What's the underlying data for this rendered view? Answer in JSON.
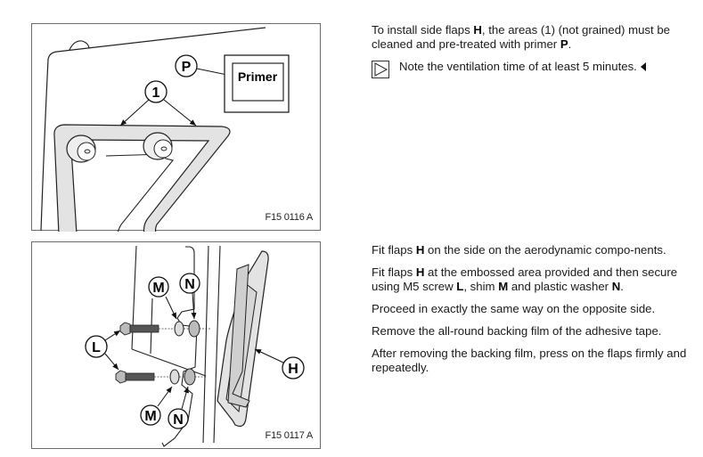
{
  "figures": [
    {
      "code": "F15 0116 A",
      "callouts": {
        "p": "P",
        "one": "1"
      },
      "primer_label": "Primer"
    },
    {
      "code": "F15 0117 A",
      "callouts": {
        "m_top": "M",
        "n_top": "N",
        "l": "L",
        "h": "H",
        "m_bottom": "M",
        "n_bottom": "N"
      }
    }
  ],
  "section1": {
    "para1": [
      {
        "t": "To install side flaps "
      },
      {
        "t": "H",
        "b": true
      },
      {
        "t": ", the areas (1) (not grained) must be cleaned and pre-treated with primer "
      },
      {
        "t": "P",
        "b": true
      },
      {
        "t": "."
      }
    ],
    "note": "Note the ventilation time of at least 5 minutes.",
    "note_icon": "triangle-play-icon",
    "end_icon": "end-of-note-triangle-icon"
  },
  "section2": {
    "paragraphs": [
      [
        {
          "t": "Fit flaps "
        },
        {
          "t": "H",
          "b": true
        },
        {
          "t": " on the side on the aerodynamic compo-nents."
        }
      ],
      [
        {
          "t": "Fit flaps "
        },
        {
          "t": "H",
          "b": true
        },
        {
          "t": " at the embossed area provided and then secure using M5 screw "
        },
        {
          "t": "L",
          "b": true
        },
        {
          "t": ", shim "
        },
        {
          "t": "M",
          "b": true
        },
        {
          "t": " and plastic washer "
        },
        {
          "t": "N",
          "b": true
        },
        {
          "t": "."
        }
      ],
      [
        {
          "t": "Proceed in exactly the same way on the opposite side."
        }
      ],
      [
        {
          "t": "Remove the all-round backing film of the adhesive tape."
        }
      ],
      [
        {
          "t": "After removing the backing film, press on the flaps firmly and repeatedly."
        }
      ]
    ]
  }
}
